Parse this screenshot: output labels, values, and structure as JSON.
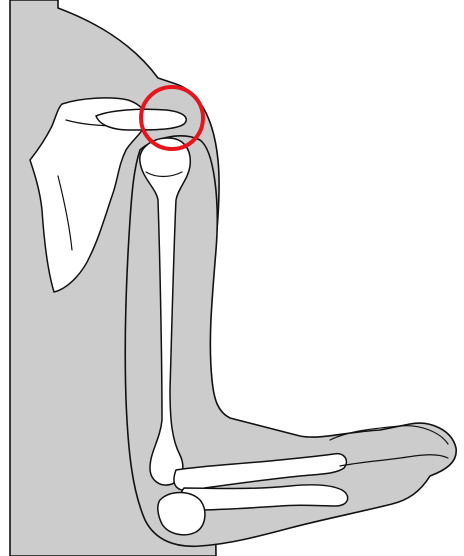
{
  "figure": {
    "subject": "arm-anatomy",
    "colors": {
      "background": "#ffffff",
      "body": "#cccccc",
      "bone": "#ffffff",
      "outline": "#111111",
      "highlight": "#e8141c"
    },
    "highlight": {
      "shape": "circle",
      "target": "acromion"
    }
  }
}
